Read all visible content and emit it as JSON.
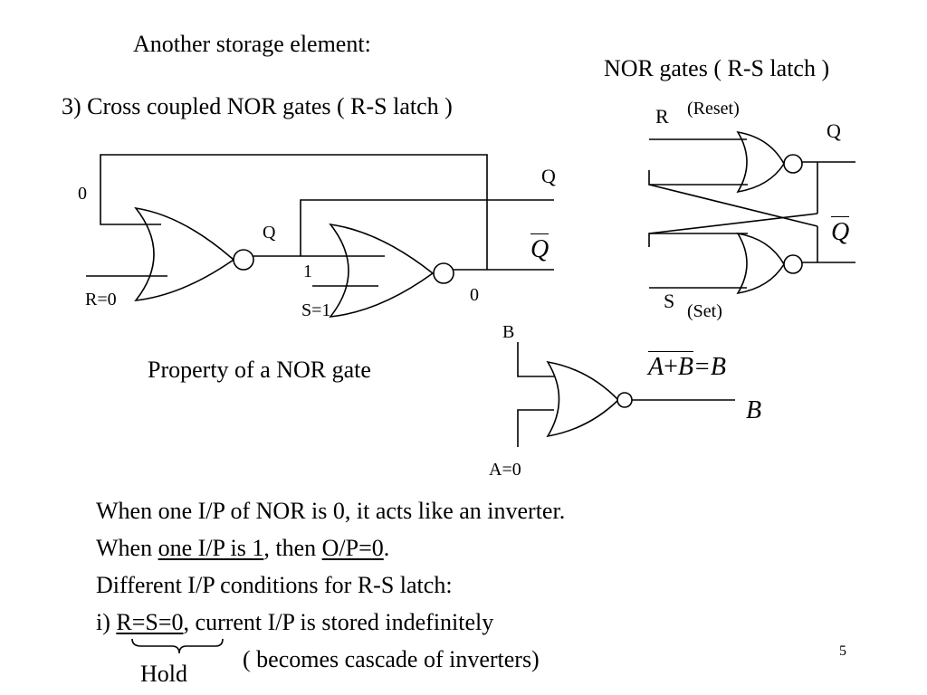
{
  "slide": {
    "heading": "Another storage element:",
    "subheading": "3)  Cross coupled NOR gates ( R-S latch )",
    "page_number": "5"
  },
  "left_circuit": {
    "top_input_value": "0",
    "gate1_output_label": "Q",
    "gate2_input_value": "1",
    "reset_label": "R=0",
    "set_label": "S=1",
    "gate2_output_value": "0",
    "q_label": "Q",
    "q_bar_label": "Q"
  },
  "right_circuit": {
    "title": "NOR gates ( R-S latch )",
    "r_label": "R",
    "reset_label": "(Reset)",
    "q_label": "Q",
    "q_bar_label": "Q",
    "s_label": "S",
    "set_label": "(Set)"
  },
  "nor_property": {
    "caption": "Property of a NOR gate",
    "input_b_label": "B",
    "input_a_label": "A=0",
    "equation_a": "A",
    "equation_plus": "+",
    "equation_b": "B",
    "equation_rhs": "=B",
    "output_label": "B"
  },
  "notes": {
    "line1": "When one I/P of NOR is 0, it acts like an inverter.",
    "line2_prefix": "When ",
    "line2_underlined1": "one I/P is 1",
    "line2_middle": ", then ",
    "line2_underlined2": "O/P=0",
    "line2_suffix": ".",
    "line3": "Different I/P conditions for R-S latch:",
    "line4_prefix": "i)  ",
    "line4_underlined": "R=S=0",
    "line4_suffix": ", current I/P is stored indefinitely",
    "line5": "( becomes cascade of inverters)",
    "brace_label": "Hold"
  }
}
